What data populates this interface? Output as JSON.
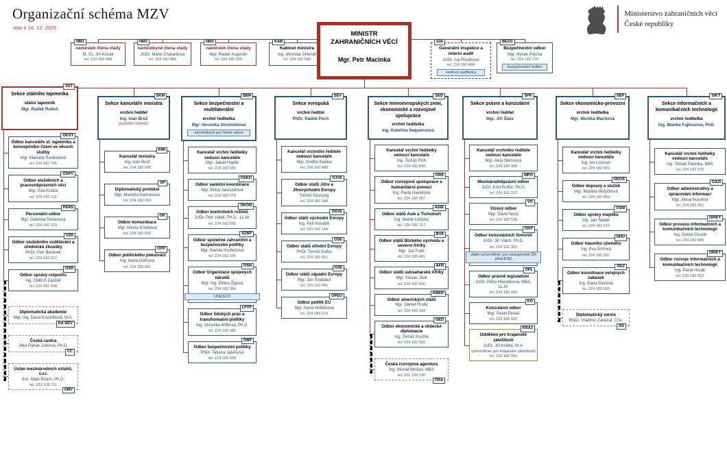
{
  "header": {
    "title": "Organizační schéma MZV",
    "date_note": "stav k 16. 12. 2025",
    "ministry_line1": "Ministerstvo zahraničních věcí",
    "ministry_line2": "České republiky"
  },
  "minister": {
    "title_line1": "MINISTR",
    "title_line2": "ZAHRANIČNÍCH VĚCÍ",
    "name": "Mgr. Petr Macinka"
  },
  "top_boxes": [
    {
      "tag": "NM1",
      "style": "red",
      "title": "náměstek člena vlády",
      "name": "M. Sc. Jiří Kozák",
      "tel": "tel. 224 182 408"
    },
    {
      "tag": "NM2",
      "style": "red",
      "title": "náměstkyně člena vlády",
      "name": "JUDr. Marie Chatardová",
      "tel": "tel. 224 182 489"
    },
    {
      "tag": "NM3",
      "style": "red",
      "title": "náměstek člena vlády",
      "name": "Mgr. Radek Augustin",
      "tel": "tel. 224 182 205"
    },
    {
      "tag": "KAB",
      "style": "blue",
      "title": "Kabinet ministra",
      "name": "Ing. Miroslav Sklenář",
      "tel": "tel. 224 183 540"
    },
    {
      "tag": "GIA",
      "style": "blue dashedb",
      "title": "Generální inspekce a interní audit",
      "name": "JUDr. Iva Roučková",
      "tel": "tel. 224 182 468",
      "extra": "vedoucí auditorka"
    },
    {
      "tag": "BEZO",
      "style": "blue",
      "title": "Bezpečnostní odbor",
      "name": "Mgr. Hynek Pejcha",
      "tel": "tel. 224 182 170",
      "extra": "bezpečnostní ředitel"
    }
  ],
  "sections": [
    {
      "tag": "SST",
      "style": "red",
      "title": "Sekce státního tajemníka",
      "role": "státní tajemník",
      "name": "Mgr. Radek Rubeš",
      "children": [
        {
          "tag": "OKST",
          "title": "Odbor kanceláře st. tajemníka a koncepčního řízení ve věcech služby",
          "name": "Mgr. Markéta Svobodová",
          "tel": "tel. 224 182 796"
        },
        {
          "tag": "OSPV",
          "title": "Odbor služebních a pracovněprávních věcí",
          "name": "Mgr. Eva Krátká",
          "tel": "tel. 224 182 116"
        },
        {
          "tag": "PERS",
          "title": "Personální odbor",
          "name": "Mgr. Gabriela Tomanová",
          "tel": "tel. 224 182 129"
        },
        {
          "tag": "VZD",
          "title": "Odbor služebního vzdělávání a úřednické zkoušky",
          "name": "PhDr. Petr Beránek",
          "tel": "tel. 224 182 317"
        },
        {
          "tag": "OSR",
          "title": "Odbor správy rozpočtu",
          "name": "Ing. Oldřich Zajíček",
          "tel": "tel. 224 182 548"
        }
      ],
      "dashed_children": [
        {
          "tag": "DA MZV",
          "title": "Diplomatická akademie",
          "name": "Mgr. Ing. Dana Kovaříková, M.A."
        },
        {
          "tag": "CC",
          "title": "Česká centra",
          "name": "Jitka Pánek Jurková, Ph.D."
        },
        {
          "tag": "ÚMV",
          "title": "Ústav mezinárodních vztahů, v.v.i.",
          "name": "doc. Mats Braun, Ph.D.",
          "tel": "tel. 251 108 111"
        }
      ]
    },
    {
      "tag": "SKM",
      "title": "Sekce kanceláře ministra",
      "role": "vrchní ředitel",
      "name": "Ing. Ivan Brož",
      "note": "pověřen řízením",
      "children": [
        {
          "tag": "KMI",
          "title": "Kancelář ministra",
          "name": "Ing. Ivan Brož",
          "tel": "tel. 224 182 905"
        },
        {
          "tag": "DP",
          "title": "Diplomatický protokol",
          "name": "Mgr. Markéta Karbanová",
          "tel": "tel. 224 183 063"
        },
        {
          "tag": "OK",
          "title": "Odbor komunikace",
          "name": "Mgr. Nikola Křístková",
          "tel": "tel. 224 182 426"
        },
        {
          "tag": "OPP",
          "title": "Odbor politického plánování",
          "name": "Ing. Ivana Götzová",
          "tel": "tel. 224 182 941"
        }
      ]
    },
    {
      "tag": "SBM",
      "title": "Sekce bezpečnostní a multilaterální",
      "role": "vrchní ředitelka",
      "name": "Mgr. Veronika Stromšíková",
      "badge": "náměstkyně pro řízení sekce",
      "children": [
        {
          "title": "Kancelář vrchní ředitelky",
          "sub": "vedoucí kanceláře",
          "name": "Mgr. Jakub Hladík",
          "tel": "tel. 224 182 935"
        },
        {
          "tag": "OSKO",
          "title": "Odbor sankční koordinace",
          "name": "Mgr. Petra Janoušková",
          "tel": "tel. 224 182 279"
        },
        {
          "tag": "OKON",
          "title": "Odbor kontrolních režimů",
          "name": "JUDr. Petr Válek, Ph.D., LL.M.",
          "tel": "tel. 224 182 655"
        },
        {
          "tag": "SZBP",
          "title": "Odbor společné zahraniční a bezpečnostní politiky",
          "name": "Mgr. Kamila Hrubešová",
          "tel": "tel. 224 182 155"
        },
        {
          "tag": "OSN",
          "title": "Odbor Organizace spojených národů",
          "name": "Mgr. Ing. Eliška Žigová",
          "tel": "tel. 224 182 384",
          "badge": "UNESCO"
        },
        {
          "tag": "LPTP",
          "title": "Odbor lidských práv a transformační politiky",
          "name": "Ing. Veronika Mítková, Ph.D.",
          "tel": "tel. 224 182 385"
        },
        {
          "tag": "OBP",
          "title": "Odbor bezpečnostní politiky",
          "name": "PhDr. Tatiana Jakešová",
          "tel": "tel. 224 182 608"
        }
      ]
    },
    {
      "tag": "SEV",
      "title": "Sekce evropská",
      "role": "vrchní ředitel",
      "name": "PhDr. Radek Pech",
      "children": [
        {
          "title": "Kancelář vrchního ředitele",
          "sub": "vedoucí kanceláře",
          "name": "Mgr. Ondřej Kašina",
          "tel": "tel. 224 182 489"
        },
        {
          "tag": "OJVE",
          "title": "Odbor států Jižní a Jihovýchodní Evropy",
          "name": "Tomáš Szunyog",
          "tel": "tel. 224 182 348"
        },
        {
          "tag": "OSVE",
          "title": "Odbor států východní Evropy",
          "name": "Ing. Petr Kovářík",
          "tel": "tel. 224 182 144"
        },
        {
          "tag": "OSE",
          "title": "Odbor států střední Evropy",
          "name": "PhDr. Tomáš Kafka",
          "tel": "tel. 224 182 461"
        },
        {
          "tag": "OZE",
          "title": "Odbor států západní Evropy",
          "name": "Mgr. Jan Šnaidauf",
          "tel": "tel. 224 182 465"
        },
        {
          "tag": "OPEU",
          "title": "Odbor politik EU",
          "name": "Mgr. Hana Hrdličková",
          "tel": "tel. 224 183 214"
        }
      ]
    },
    {
      "tag": "SED",
      "title": "Sekce mimoevropských zemí, ekonomické a rozvojové spolupráce",
      "role": "vrchní ředitelka",
      "name": "Ing. Kateřina Sequensová",
      "children": [
        {
          "title": "Kancelář vrchní ředitelky",
          "sub": "vedoucí kanceláře",
          "name": "Ing. Tomáš Plch",
          "tel": "tel. 224 182 899"
        },
        {
          "tag": "ORS",
          "title": "Odbor rozvojové spolupráce a humanitární pomoci",
          "name": "Ing. Pavla Havlíková",
          "tel": "tel. 224 182 367"
        },
        {
          "tag": "ASIE",
          "title": "Odbor států Asie a Tichomoří",
          "name": "Ing. Marek Libřický",
          "tel": "tel. 224 182 717"
        },
        {
          "tag": "BVA",
          "title": "Odbor států Blízkého východu a severní Afriky",
          "name": "Mgr. Jan Fulík",
          "tel": "tel. 224 182 481"
        },
        {
          "tag": "AFR",
          "title": "Odbor států subsaharské Afriky",
          "name": "Mgr. Václav Jílek",
          "tel": "tel. 224 182 690"
        },
        {
          "tag": "AMER",
          "title": "Odbor amerických států",
          "name": "Mgr. Daniel Hrubý",
          "tel": "tel. 224 182 184"
        },
        {
          "tag": "OED",
          "title": "Odbor ekonomické a vědecké diplomacie",
          "name": "Ing. Tomáš Kuchta",
          "tel": "tel. 224 182 592"
        }
      ],
      "dashed_children": [
        {
          "tag": "ČRA",
          "title": "Česká rozvojová agentura",
          "name": "Ing. Michal Minčev, MBA",
          "tel": "tel. 251 108 130"
        }
      ]
    },
    {
      "tag": "SPK",
      "title": "Sekce právní a konzulární",
      "role": "vrchní ředitel",
      "name": "Mgr. Jiří Šlais",
      "children": [
        {
          "title": "Kancelář vrchního ředitele",
          "sub": "vedoucí kanceláře",
          "name": "Mgr. Alice Němcová",
          "tel": "tel. 224 182 958"
        },
        {
          "tag": "MPO",
          "title": "Mezinárodněprávní odbor",
          "name": "JUDr. Emil Ruffer, Ph.D.",
          "tel": "tel. 224 182 322"
        },
        {
          "tag": "VO",
          "title": "Vízový odbor",
          "name": "Mgr. David Nový",
          "tel": "tel. 224 182 598"
        },
        {
          "tag": "OKP",
          "title": "Odbor konzulárních činností",
          "name": "JUDr. Jiří Vlach, Ph.D.",
          "tel": "tel. 224 182 363",
          "badge": "vládní zmocněnec pro zastupování ČR před ESD"
        },
        {
          "tag": "OPL",
          "title": "Odbor právně legislativní",
          "name": "JUDr. Petra Hlaváčková, MBA, LL.M.",
          "tel": "tel. 224 182 469"
        },
        {
          "tag": "KO",
          "title": "Konzulární odbor",
          "name": "Mgr. Pavel Pešek",
          "tel": "tel. 224 182 425"
        },
        {
          "tag": "KRAJ",
          "style": "olive",
          "title": "Oddělení pro krajanské záležitosti",
          "name": "JUDr. Jiří Krátký, M.A.",
          "extra": "(zmocněnec pro krajanské záležitosti)",
          "tel": "tel. 224 182 953"
        }
      ]
    },
    {
      "tag": "SEP",
      "title": "Sekce ekonomicko-provozní",
      "role": "vrchní ředitelka",
      "name": "Mgr. Monika Machová",
      "children": [
        {
          "title": "Kancelář vrchní ředitelky",
          "sub": "vedoucí kanceláře",
          "name": "Ing. Ivo Losman",
          "tel": "tel. 224 182 903"
        },
        {
          "tag": "ODOS",
          "title": "Odbor dopravy a služeb",
          "name": "Mgr. Martina Motyčková",
          "tel": "tel. 224 182 960"
        },
        {
          "tag": "OSM",
          "title": "Odbor správy majetku",
          "name": "Ing. Jan Šebek",
          "tel": "tel. 224 182 415"
        },
        {
          "tag": "OHÚ",
          "title": "Odbor hlavního účetního",
          "name": "Ing. Eva Šímová",
          "tel": "tel. 224 182 507"
        },
        {
          "tag": "OKZ",
          "title": "Odbor koordinace veřejných zakázek",
          "name": "Ing. Dana Pavlová",
          "tel": "tel. 224 182 093"
        }
      ],
      "dashed_children": [
        {
          "tag": "DS",
          "title": "Diplomatický servis",
          "name": "RNDr. Vladimír Zavázal, CSc."
        }
      ]
    },
    {
      "tag": "SIKT",
      "title": "Sekce informačních a komunikačních technologií",
      "role": "vrchní ředitelka",
      "name": "Ing. Blanka Fajkusová, PhD.",
      "children": [
        {
          "title": "Kancelář vrchní ředitelky",
          "sub": "vedoucí kanceláře",
          "name": "Ing. Tomáš Pavelka, MPA",
          "tel": "tel. 224 182 279"
        },
        {
          "tag": "OAZI",
          "title": "Odbor administrativy a zpracování informací",
          "name": "Mgr. Alena Novotná",
          "tel": "tel. 224 182 962"
        },
        {
          "tag": "OPIKT",
          "title": "Odbor provozu informačních a komunikačních technologií",
          "name": "Ing. Daniel Dostál",
          "tel": "tel. 224 182 845"
        },
        {
          "tag": "ORIKT",
          "title": "Odbor rozvoje informačních a komunikačních technologií",
          "name": "Ing. Pavel Horák",
          "tel": "tel. 224 182 953"
        }
      ]
    }
  ]
}
